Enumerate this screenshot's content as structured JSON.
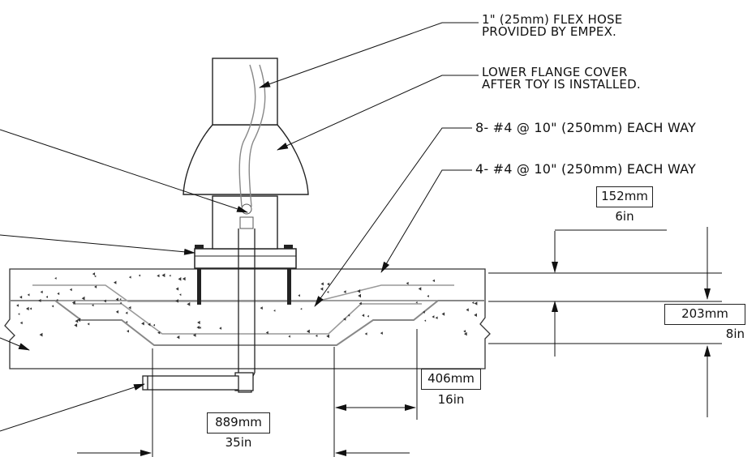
{
  "callouts": {
    "flex_hose": [
      "1\" (25mm) FLEX HOSE",
      "PROVIDED BY EMPEX."
    ],
    "flange_cover": [
      "LOWER FLANGE COVER",
      "AFTER TOY IS INSTALLED."
    ],
    "rebar_top": "8- #4 @ 10\" (250mm) EACH WAY",
    "rebar_bottom": "4- #4 @ 10\" (250mm) EACH WAY"
  },
  "dimensions": {
    "d152": {
      "metric": "152mm",
      "imperial": "6in"
    },
    "d203": {
      "metric": "203mm",
      "imperial": "8in"
    },
    "d406": {
      "metric": "406mm",
      "imperial": "16in"
    },
    "d889": {
      "metric": "889mm",
      "imperial": "35in"
    }
  },
  "colors": {
    "line": "#222222",
    "light_line": "#777777",
    "background": "#ffffff"
  }
}
